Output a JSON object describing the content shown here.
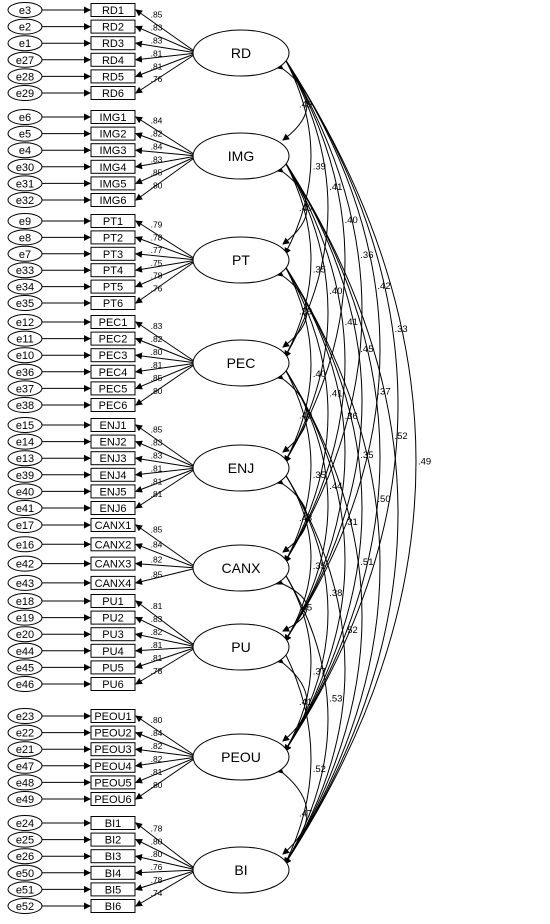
{
  "factors": [
    {
      "label": "RD",
      "errors": [
        "e3",
        "e2",
        "e1",
        "e27",
        "e28",
        "e29"
      ],
      "indicators": [
        "RD1",
        "RD2",
        "RD3",
        "RD4",
        "RD5",
        "RD6"
      ],
      "loadings": [
        ".85",
        ".83",
        ".83",
        ".81",
        ".81",
        ".76"
      ]
    },
    {
      "label": "IMG",
      "errors": [
        "e6",
        "e5",
        "e4",
        "e30",
        "e31",
        "e32"
      ],
      "indicators": [
        "IMG1",
        "IMG2",
        "IMG3",
        "IMG4",
        "IMG5",
        "IMG6"
      ],
      "loadings": [
        ".84",
        ".82",
        ".84",
        ".83",
        ".85",
        ".80"
      ]
    },
    {
      "label": "PT",
      "errors": [
        "e9",
        "e8",
        "e7",
        "e33",
        "e34",
        "e35"
      ],
      "indicators": [
        "PT1",
        "PT2",
        "PT3",
        "PT4",
        "PT5",
        "PT6"
      ],
      "loadings": [
        ".79",
        ".78",
        ".77",
        ".75",
        ".78",
        ".76"
      ]
    },
    {
      "label": "PEC",
      "errors": [
        "e12",
        "e11",
        "e10",
        "e36",
        "e37",
        "e38"
      ],
      "indicators": [
        "PEC1",
        "PEC2",
        "PEC3",
        "PEC4",
        "PEC5",
        "PEC6"
      ],
      "loadings": [
        ".83",
        ".82",
        ".80",
        ".81",
        ".85",
        ".80"
      ]
    },
    {
      "label": "ENJ",
      "errors": [
        "e15",
        "e14",
        "e13",
        "e39",
        "e40",
        "e41"
      ],
      "indicators": [
        "ENJ1",
        "ENJ2",
        "ENJ3",
        "ENJ4",
        "ENJ5",
        "ENJ6"
      ],
      "loadings": [
        ".85",
        ".83",
        ".83",
        ".81",
        ".81",
        ".81"
      ]
    },
    {
      "label": "CANX",
      "errors": [
        "e17",
        "e16",
        "e42",
        "e43"
      ],
      "indicators": [
        "CANX1",
        "CANX2",
        "CANX3",
        "CANX4"
      ],
      "loadings": [
        ".85",
        ".84",
        ".82",
        ".85"
      ]
    },
    {
      "label": "PU",
      "errors": [
        "e18",
        "e19",
        "e20",
        "e44",
        "e45",
        "e46"
      ],
      "indicators": [
        "PU1",
        "PU2",
        "PU3",
        "PU4",
        "PU5",
        "PU6"
      ],
      "loadings": [
        ".81",
        ".83",
        ".82",
        ".81",
        ".81",
        ".78"
      ]
    },
    {
      "label": "PEOU",
      "errors": [
        "e23",
        "e22",
        "e21",
        "e47",
        "e48",
        "e49"
      ],
      "indicators": [
        "PEOU1",
        "PEOU2",
        "PEOU3",
        "PEOU4",
        "PEOU5",
        "PEOU6"
      ],
      "loadings": [
        ".80",
        ".84",
        ".82",
        ".82",
        ".81",
        ".80"
      ]
    },
    {
      "label": "BI",
      "errors": [
        "e24",
        "e25",
        "e26",
        "e50",
        "e51",
        "e52"
      ],
      "indicators": [
        "BI1",
        "BI2",
        "BI3",
        "BI4",
        "BI5",
        "BI6"
      ],
      "loadings": [
        ".78",
        ".80",
        ".80",
        ".76",
        ".78",
        ".74"
      ]
    }
  ],
  "covariances": [
    {
      "from": 0,
      "to": 1,
      "value": ".49"
    },
    {
      "from": 1,
      "to": 2,
      "value": ".40"
    },
    {
      "from": 2,
      "to": 3,
      "value": ".39"
    },
    {
      "from": 3,
      "to": 4,
      "value": ".40"
    },
    {
      "from": 4,
      "to": 5,
      "value": ".43"
    },
    {
      "from": 5,
      "to": 6,
      "value": ".45"
    },
    {
      "from": 6,
      "to": 7,
      "value": ".41"
    },
    {
      "from": 7,
      "to": 8,
      "value": ".47"
    },
    {
      "from": 0,
      "to": 2,
      "value": ".39"
    },
    {
      "from": 1,
      "to": 3,
      "value": ".35"
    },
    {
      "from": 2,
      "to": 4,
      "value": ".40"
    },
    {
      "from": 3,
      "to": 5,
      "value": ".35"
    },
    {
      "from": 4,
      "to": 6,
      "value": ".35"
    },
    {
      "from": 5,
      "to": 7,
      "value": ".37"
    },
    {
      "from": 6,
      "to": 8,
      "value": ".52"
    },
    {
      "from": 0,
      "to": 3,
      "value": ".41"
    },
    {
      "from": 1,
      "to": 4,
      "value": ".40"
    },
    {
      "from": 2,
      "to": 5,
      "value": ".41"
    },
    {
      "from": 3,
      "to": 6,
      "value": ".44"
    },
    {
      "from": 4,
      "to": 7,
      "value": ".38"
    },
    {
      "from": 5,
      "to": 8,
      "value": ".53"
    },
    {
      "from": 0,
      "to": 4,
      "value": ".40"
    },
    {
      "from": 1,
      "to": 5,
      "value": ".41"
    },
    {
      "from": 2,
      "to": 6,
      "value": ".36"
    },
    {
      "from": 3,
      "to": 7,
      "value": ".31"
    },
    {
      "from": 4,
      "to": 8,
      "value": ".52"
    },
    {
      "from": 0,
      "to": 5,
      "value": ".36"
    },
    {
      "from": 1,
      "to": 6,
      "value": ".45"
    },
    {
      "from": 2,
      "to": 7,
      "value": ".35"
    },
    {
      "from": 3,
      "to": 8,
      "value": ".51"
    },
    {
      "from": 0,
      "to": 6,
      "value": ".42"
    },
    {
      "from": 1,
      "to": 7,
      "value": ".37"
    },
    {
      "from": 2,
      "to": 8,
      "value": ".50"
    },
    {
      "from": 0,
      "to": 7,
      "value": ".33"
    },
    {
      "from": 1,
      "to": 8,
      "value": ".52"
    },
    {
      "from": 0,
      "to": 8,
      "value": ".49"
    }
  ]
}
